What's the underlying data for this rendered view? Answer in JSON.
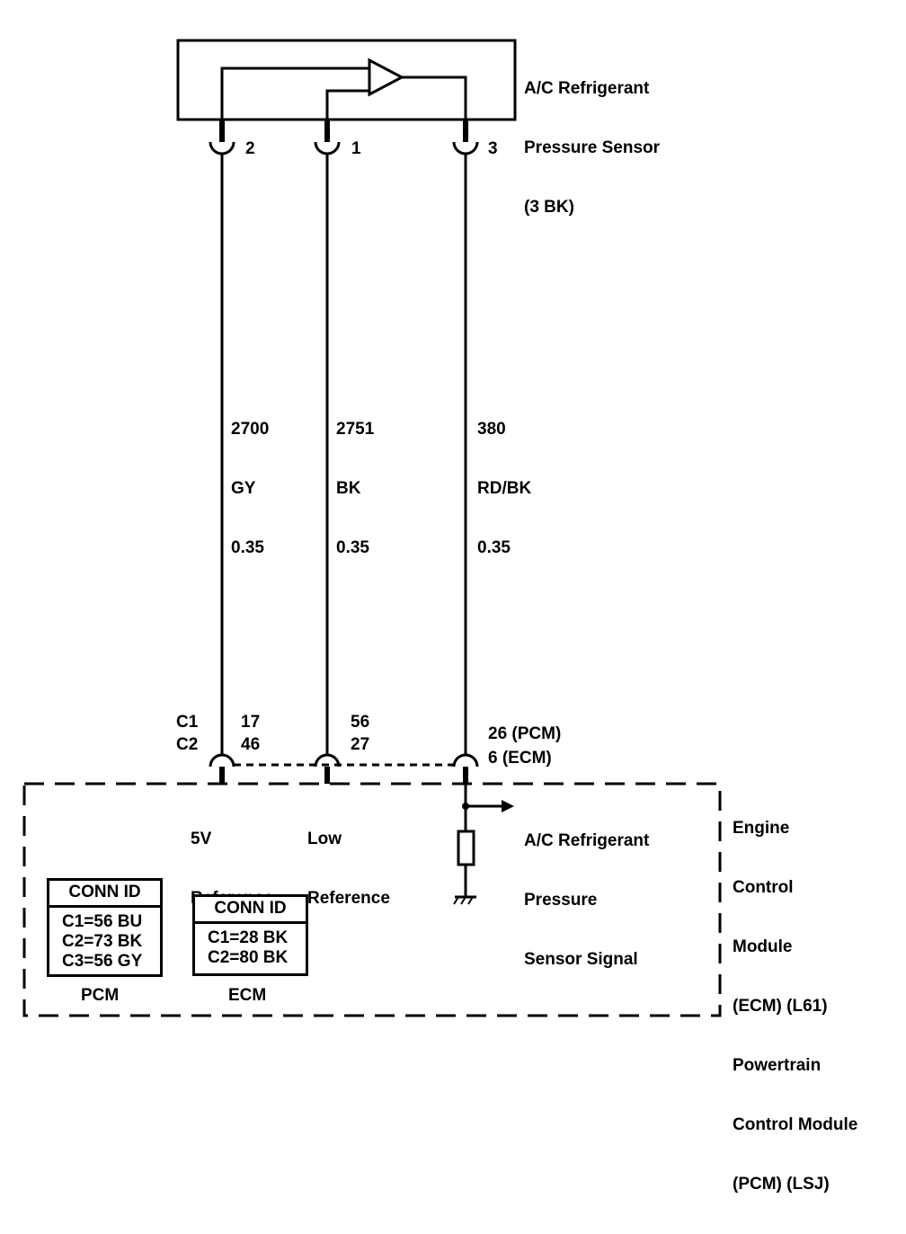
{
  "sensor": {
    "title_lines": [
      "A/C Refrigerant",
      "Pressure Sensor",
      "(3 BK)"
    ]
  },
  "sensor_pins": [
    "2",
    "1",
    "3"
  ],
  "wires": [
    {
      "circuit": "2700",
      "color": "GY",
      "size": "0.35"
    },
    {
      "circuit": "2751",
      "color": "BK",
      "size": "0.35"
    },
    {
      "circuit": "380",
      "color": "RD/BK",
      "size": "0.35"
    }
  ],
  "module_connectors": {
    "c1_label": "C1",
    "c2_label": "C2",
    "pin1_c1": "17",
    "pin1_c2": "46",
    "pin2_c1": "56",
    "pin2_c2": "27",
    "pin3_pcm": "26 (PCM)",
    "pin3_ecm": "6 (ECM)"
  },
  "module_signals": {
    "ref_5v": [
      "5V",
      "Reference"
    ],
    "low_ref": [
      "Low",
      "Reference"
    ],
    "signal": [
      "A/C Refrigerant",
      "Pressure",
      "Sensor Signal"
    ]
  },
  "module": {
    "name_lines": [
      "Engine",
      "Control",
      "Module",
      "(ECM) (L61)",
      "Powertrain",
      "Control Module",
      "(PCM) (LSJ)"
    ]
  },
  "conn_tables": [
    {
      "header": "CONN ID",
      "rows": [
        "C1=56 BU",
        "C2=73 BK",
        "C3=56 GY"
      ],
      "caption": "PCM"
    },
    {
      "header": "CONN ID",
      "rows": [
        "C1=28 BK",
        "C2=80 BK"
      ],
      "caption": "ECM"
    }
  ]
}
